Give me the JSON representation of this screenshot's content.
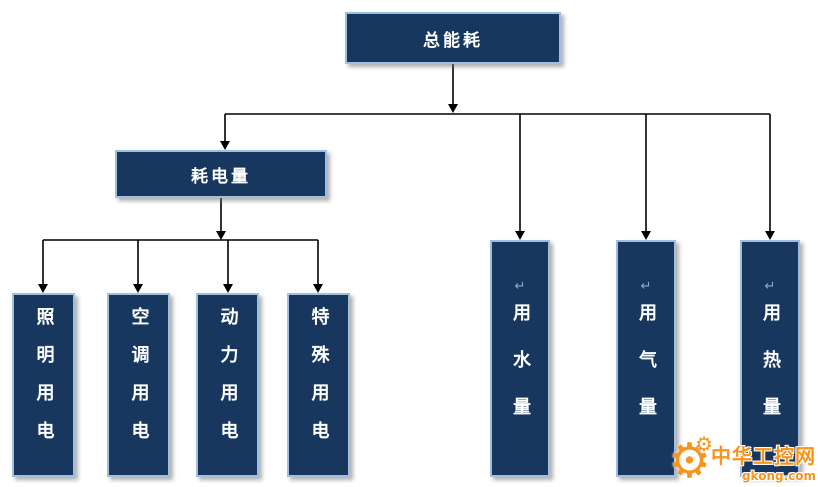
{
  "nodes": {
    "root": {
      "label": "总能耗"
    },
    "electricity": {
      "label": "耗电量"
    },
    "electricity_children": [
      {
        "label": "照明用电"
      },
      {
        "label": "空调用电"
      },
      {
        "label": "动力用电"
      },
      {
        "label": "特殊用电"
      }
    ],
    "root_children": [
      {
        "label": "用水量"
      },
      {
        "label": "用气量"
      },
      {
        "label": "用热量"
      }
    ]
  },
  "marks": {
    "return_mark": "↵"
  },
  "watermark": {
    "site_name": "中华工控网",
    "site_url": "gkong.com",
    "gear_icon": "⚙"
  },
  "colors": {
    "node_fill": "#17375E",
    "node_border": "#A3BDDE",
    "connector": "#000000",
    "watermark_orange": "#F7941D"
  }
}
